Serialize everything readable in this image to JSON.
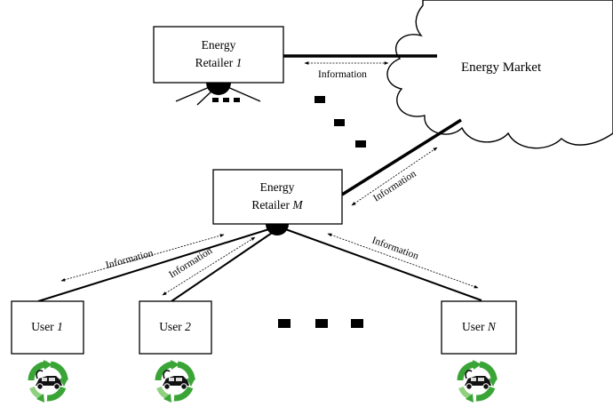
{
  "retailer_top": {
    "line1": "Energy",
    "line2": "Retailer ",
    "index": "1"
  },
  "retailer_main": {
    "line1": "Energy",
    "line2": "Retailer ",
    "index": "M"
  },
  "market": {
    "label": "Energy Market"
  },
  "users": [
    {
      "prefix": "User ",
      "index": "1"
    },
    {
      "prefix": "User ",
      "index": "2"
    },
    {
      "prefix": "User ",
      "index": "N"
    }
  ],
  "info_label": "Information",
  "colors": {
    "line": "#000000",
    "recycle_green": "#3aa536",
    "recycle_light": "#8fd17f",
    "car": "#111111"
  },
  "icons": {
    "user_device": "ev-recycle-icon"
  }
}
